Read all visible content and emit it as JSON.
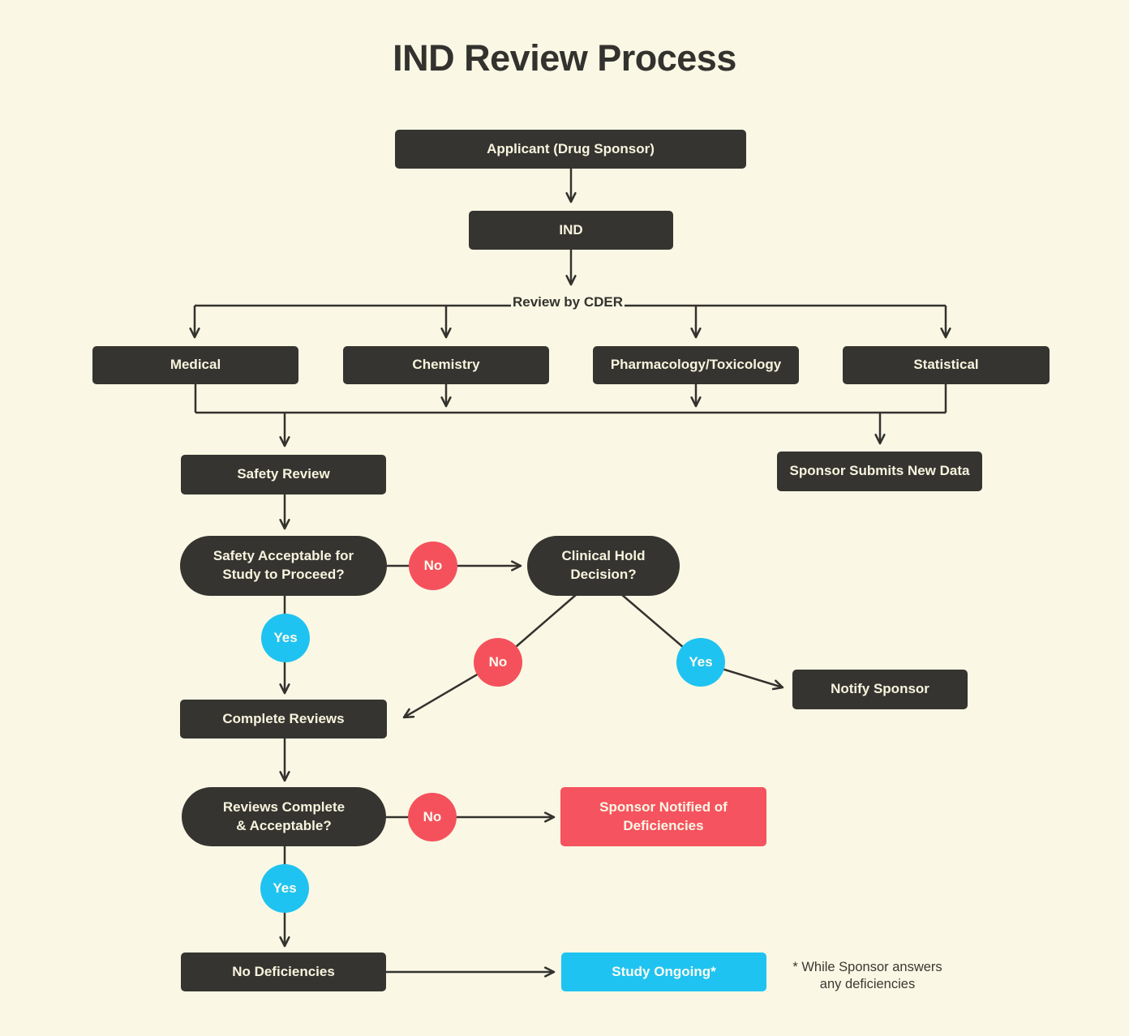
{
  "title": "IND Review Process",
  "colors": {
    "background": "#faf8e4",
    "node_dark": "#363430",
    "node_red": "#f5535f",
    "node_blue": "#1fc3f1",
    "connector": "#34322e",
    "text_light": "#f7f4de",
    "text_dark": "#33322e"
  },
  "nodes": {
    "applicant": {
      "label": "Applicant (Drug Sponsor)"
    },
    "ind": {
      "label": "IND"
    },
    "review_by_cder": {
      "label": "Review by CDER"
    },
    "medical": {
      "label": "Medical"
    },
    "chemistry": {
      "label": "Chemistry"
    },
    "pharmacology_toxicology": {
      "label": "Pharmacology/Toxicology"
    },
    "statistical": {
      "label": "Statistical"
    },
    "safety_review": {
      "label": "Safety Review"
    },
    "sponsor_submits_new_data": {
      "label": "Sponsor Submits New Data"
    },
    "safety_acceptable": {
      "line1": "Safety Acceptable for",
      "line2": "Study to Proceed?"
    },
    "clinical_hold": {
      "line1": "Clinical Hold",
      "line2": "Decision?"
    },
    "notify_sponsor": {
      "label": "Notify Sponsor"
    },
    "complete_reviews": {
      "label": "Complete Reviews"
    },
    "reviews_complete": {
      "line1": "Reviews Complete",
      "line2": "& Acceptable?"
    },
    "sponsor_notified": {
      "line1": "Sponsor Notified of",
      "line2": "Deficiencies"
    },
    "no_deficiencies": {
      "label": "No Deficiencies"
    },
    "study_ongoing": {
      "label": "Study Ongoing*"
    }
  },
  "decisions": {
    "yes": "Yes",
    "no": "No"
  },
  "footnote": {
    "line1": "* While Sponsor answers",
    "line2": "any deficiencies"
  }
}
